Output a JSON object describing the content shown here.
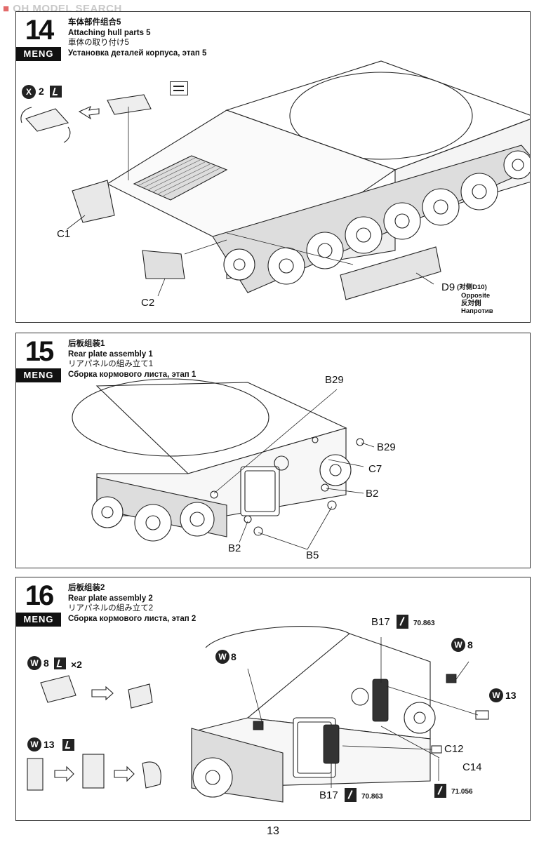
{
  "watermark": "OH MODEL SEARCH",
  "page_number": "13",
  "brand": "MENG",
  "steps": [
    {
      "number": "14",
      "title_zh": "车体部件组合5",
      "title_en": "Attaching hull parts 5",
      "title_ja": "車体の取り付け5",
      "title_ru": "Установка деталей корпуса, этап 5",
      "labels": {
        "c1": "C1",
        "c2": "C2",
        "d9": "D9",
        "d9_note_zh": "(对侧D10)",
        "opposite_en": "Opposite",
        "opposite_ja": "反対側",
        "opposite_ru": "Напротив"
      },
      "aside": {
        "badge": "X",
        "count": "2"
      }
    },
    {
      "number": "15",
      "title_zh": "后板组装1",
      "title_en": "Rear plate assembly 1",
      "title_ja": "リアパネルの組み立て1",
      "title_ru": "Сборка кормового листа, этап 1",
      "labels": {
        "b29_top": "B29",
        "b29_right": "B29",
        "c7": "C7",
        "b2_right": "B2",
        "b2_left": "B2",
        "b5": "B5"
      }
    },
    {
      "number": "16",
      "title_zh": "后板组装2",
      "title_en": "Rear plate assembly 2",
      "title_ja": "リアパネルの組み立て2",
      "title_ru": "Сборка кормового листа, этап 2",
      "labels": {
        "b17_top": "B17",
        "b17_top_code": "70.863",
        "b17_bottom": "B17",
        "b17_bottom_code": "70.863",
        "c12": "C12",
        "c14": "C14",
        "c14_code": "71.056",
        "w8_a": "8",
        "w8_b": "8",
        "w8_c": "8",
        "w13_a": "13",
        "w13_b": "13",
        "x2": "×2"
      },
      "badge_letter": "W"
    }
  ]
}
